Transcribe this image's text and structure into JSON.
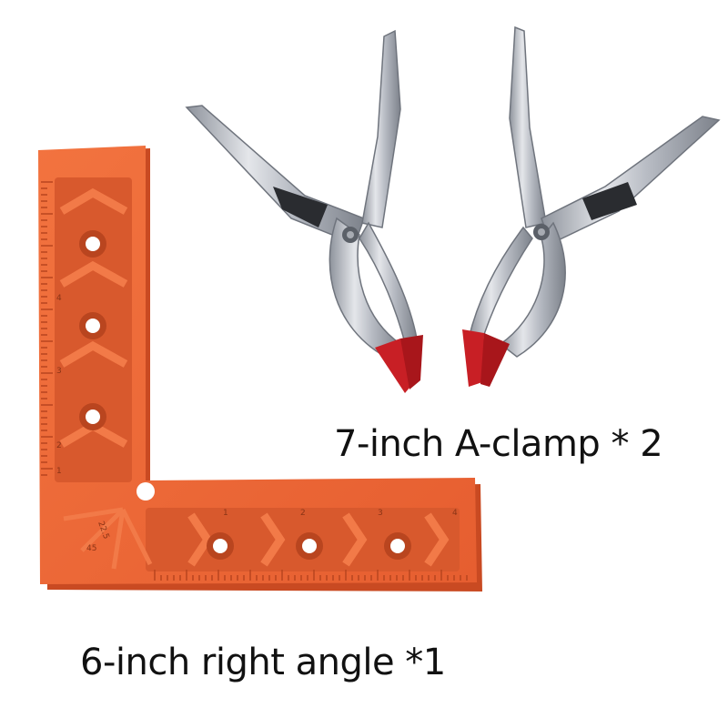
{
  "captions": {
    "clamp": "7-inch A-clamp * 2",
    "square": "6-inch right angle *1"
  },
  "square_scale": {
    "vertical": [
      "4",
      "3",
      "2",
      "1"
    ],
    "horizontal": [
      "1",
      "2",
      "3",
      "4"
    ],
    "angles": [
      "22.5",
      "45"
    ]
  },
  "colors": {
    "square": "#ef6a3c",
    "square_dark": "#c94a22",
    "clamp_metal": "#c9ccd3",
    "clamp_tip": "#c81f25",
    "caption": "#111111"
  }
}
